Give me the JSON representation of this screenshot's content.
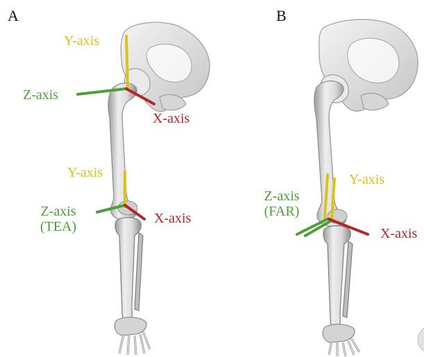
{
  "colors": {
    "y_axis": "#d8c21c",
    "z_axis": "#4e9e3a",
    "x_axis": "#b3262a",
    "bone": "#d8d8d8",
    "bone_shade": "#a9a9a9"
  },
  "panel_a": {
    "letter": "A",
    "hip": {
      "y_label": "Y-axis",
      "z_label": "Z-axis",
      "x_label": "X-axis"
    },
    "knee": {
      "y_label": "Y-axis",
      "z_label": "Z-axis",
      "z_sub": "(TEA)",
      "x_label": "X-axis"
    }
  },
  "panel_b": {
    "letter": "B",
    "knee": {
      "y_label": "Y-axis",
      "z_label": "Z-axis",
      "z_sub": "(FAR)",
      "x_label": "X-axis"
    }
  }
}
